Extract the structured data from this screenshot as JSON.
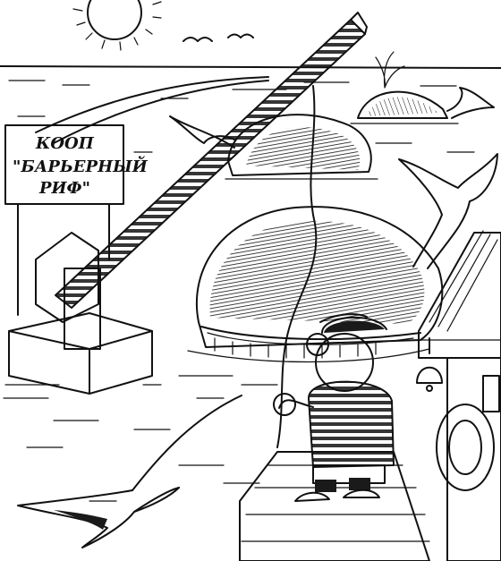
{
  "sign": {
    "line1": "КООП",
    "line2": "\"БАРЬЕРНЫЙ",
    "line3": "РИФ\""
  },
  "colors": {
    "ink": "#111111",
    "paper": "#ffffff"
  }
}
